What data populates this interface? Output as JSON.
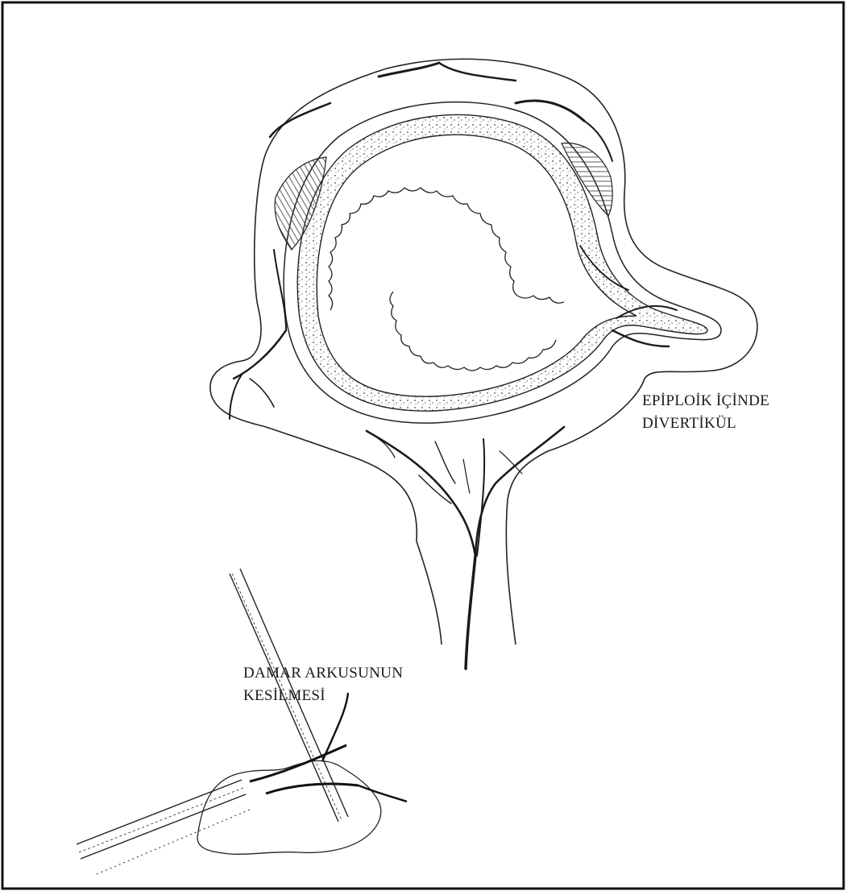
{
  "figure": {
    "labels": {
      "diverticulum_line1": "EPİPLOİK İÇİNDE",
      "diverticulum_line2": "DİVERTİKÜL",
      "vessel_line1": "DAMAR ARKUSUNUN",
      "vessel_line2": "KESİLMESİ"
    }
  }
}
